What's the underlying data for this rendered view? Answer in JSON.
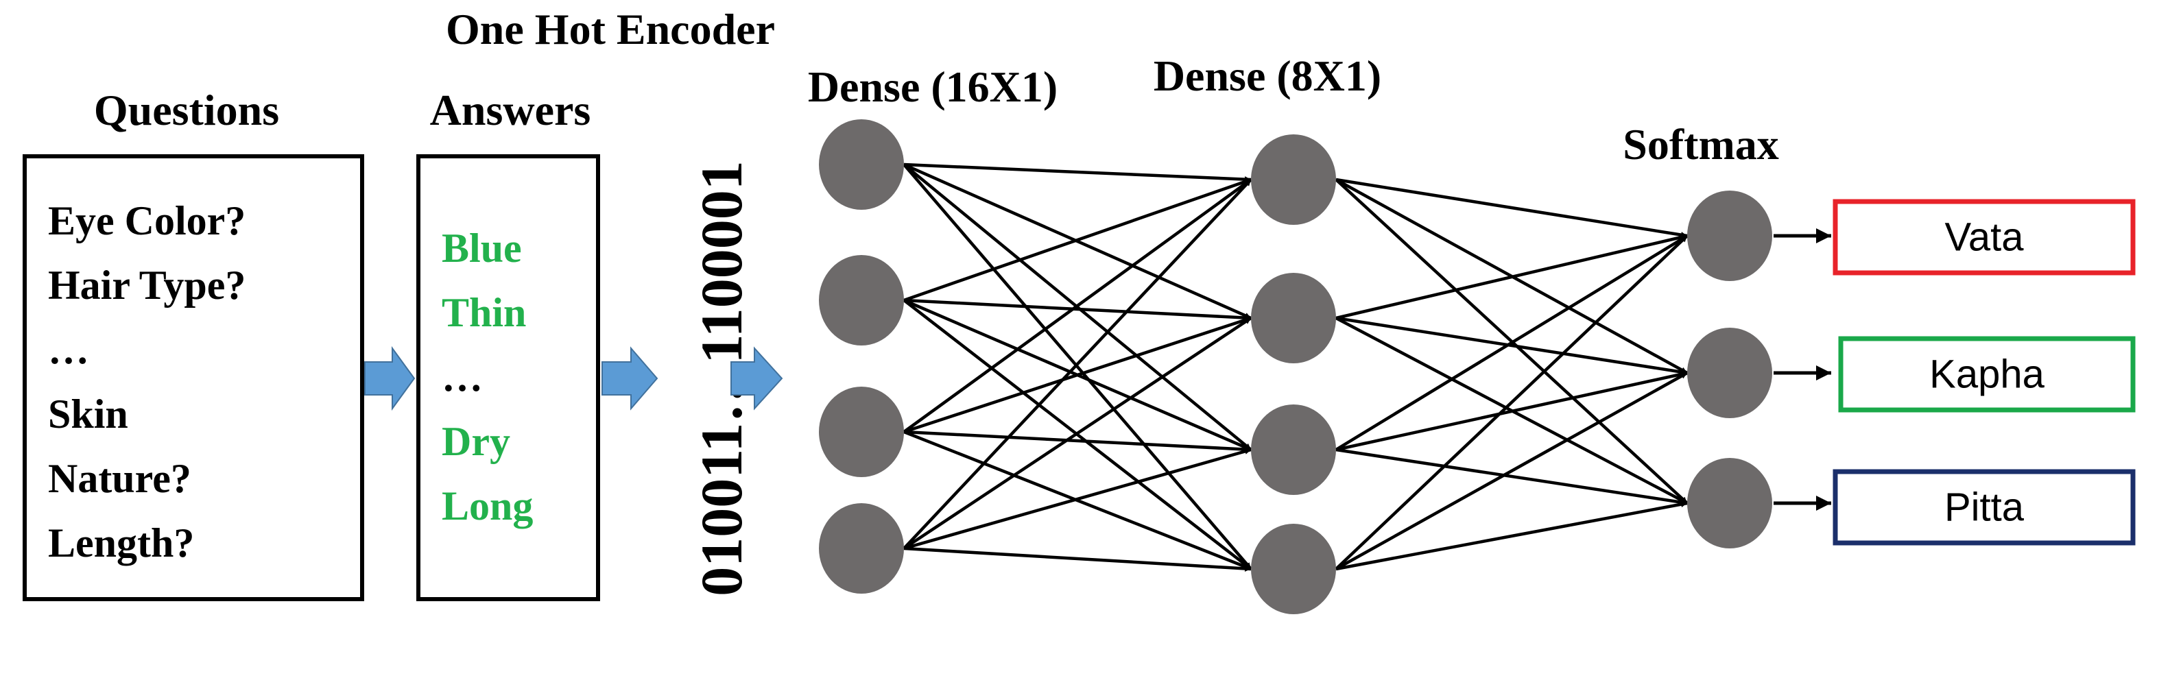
{
  "headings": {
    "questions": "Questions",
    "one_hot_encoder": "One Hot Encoder",
    "answers": "Answers",
    "dense_16": "Dense (16X1)",
    "dense_8": "Dense (8X1)",
    "softmax": "Softmax"
  },
  "questions": [
    "Eye Color?",
    "Hair Type?",
    "…",
    "Skin",
    "Nature?",
    "Length?"
  ],
  "answers": [
    "Blue",
    "Thin",
    "…",
    "Dry",
    "Long"
  ],
  "encoding": "010011…1100001",
  "outputs": [
    {
      "label": "Vata",
      "color": "#e8232a"
    },
    {
      "label": "Kapha",
      "color": "#1aa84a"
    },
    {
      "label": "Pitta",
      "color": "#1b2f6b"
    }
  ],
  "colors": {
    "answer_text": "#22b14c",
    "arrow_fill": "#5b9bd5",
    "neuron_fill": "#6d6a6a",
    "edge": "#000000"
  }
}
